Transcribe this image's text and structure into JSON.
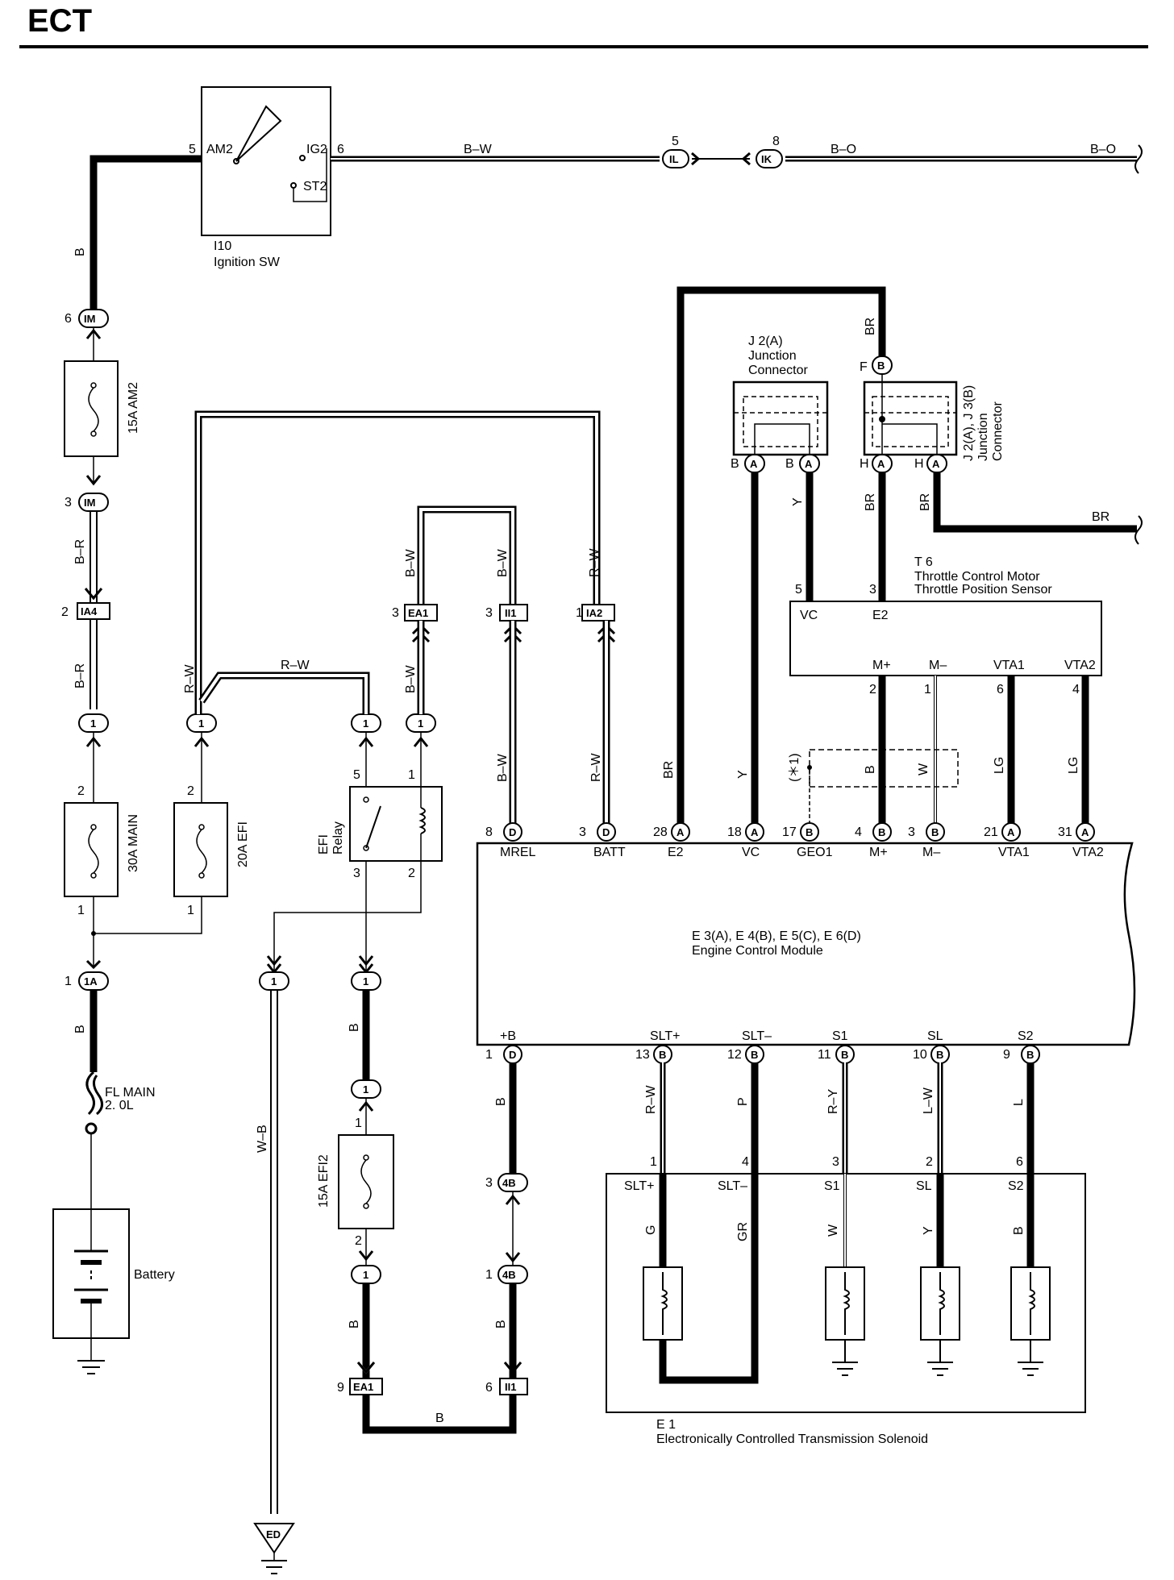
{
  "title": "ECT",
  "ignition": {
    "id": "I10",
    "name": "Ignition SW",
    "terms": [
      "AM2",
      "IG2",
      "ST2"
    ],
    "pins": [
      "5",
      "6"
    ]
  },
  "battery": {
    "label": "Battery"
  },
  "fuses": [
    {
      "label": "15A AM2"
    },
    {
      "label": "30A MAIN"
    },
    {
      "label": "20A EFI"
    },
    {
      "label": "15A EFI2"
    },
    {
      "label": "FL MAIN",
      "label2": "2. 0L"
    }
  ],
  "relay": {
    "label1": "EFI",
    "label2": "Relay"
  },
  "junctions": {
    "j2a": {
      "id": "J 2(A)",
      "line1": "Junction",
      "line2": "Connector"
    },
    "j23": {
      "id": "J 2(A), J 3(B)",
      "line1": "Junction",
      "line2": "Connector"
    }
  },
  "sensor": {
    "id": "T 6",
    "line1": "Throttle Control Motor",
    "line2": "Throttle Position Sensor",
    "terms": [
      "VC",
      "E2",
      "M+",
      "M–",
      "VTA1",
      "VTA2"
    ],
    "pins": [
      "5",
      "3",
      "2",
      "1",
      "6",
      "4"
    ]
  },
  "ecm": {
    "id": "E 3(A), E 4(B), E 5(C), E 6(D)",
    "name": "Engine Control Module",
    "top_terms": [
      "MREL",
      "BATT",
      "E2",
      "VC",
      "GEO1",
      "M+",
      "M–",
      "VTA1",
      "VTA2"
    ],
    "top_pins": [
      "8",
      "3",
      "28",
      "18",
      "17",
      "4",
      "3",
      "21",
      "31"
    ],
    "top_conn": [
      "D",
      "D",
      "A",
      "A",
      "B",
      "B",
      "B",
      "A",
      "A"
    ],
    "bot_terms": [
      "+B",
      "SLT+",
      "SLT–",
      "S1",
      "SL",
      "S2"
    ],
    "bot_pins": [
      "1",
      "13",
      "12",
      "11",
      "10",
      "9"
    ],
    "bot_conn": [
      "D",
      "B",
      "B",
      "B",
      "B",
      "B"
    ],
    "geo_note": "(＊1)"
  },
  "solenoid": {
    "id": "E 1",
    "name": "Electronically Controlled Transmission Solenoid",
    "terms": [
      "SLT+",
      "SLT–",
      "S1",
      "SL",
      "S2"
    ],
    "pins": [
      "1",
      "4",
      "3",
      "2",
      "6"
    ]
  },
  "connectors": {
    "IL": "IL",
    "IK": "IK",
    "IM": "IM",
    "IA4": "IA4",
    "EA1": "EA1",
    "II1": "II1",
    "IA2": "IA2",
    "1A": "1A",
    "4B": "4B",
    "ED": "ED",
    "one": "1",
    "A": "A",
    "B": "B",
    "F": "F",
    "H": "H"
  },
  "wire_colors": {
    "bw": "B–W",
    "bo": "B–O",
    "b": "B",
    "br_": "B–R",
    "rw": "R–W",
    "br": "BR",
    "y": "Y",
    "wb": "W–B",
    "w": "W",
    "lg": "LG",
    "p": "P",
    "ry": "R–Y",
    "lw": "L–W",
    "l": "L",
    "g": "G",
    "gr": "GR"
  },
  "pin_numbers": {
    "il": "5",
    "ik": "8",
    "im_top": "6",
    "im_bot": "3",
    "ia4": "2",
    "ea1_top": "3",
    "ii1_top": "3",
    "ia2": "1",
    "f1a": "1",
    "fuse_top": "2",
    "fuse_bot": "1",
    "relay5": "5",
    "relay1": "1",
    "relay3": "3",
    "relay2": "2",
    "efi2_top": "1",
    "efi2_bot": "2",
    "b3": "3",
    "b1": "1",
    "ea1_bot": "9",
    "ii1_bot": "6"
  }
}
